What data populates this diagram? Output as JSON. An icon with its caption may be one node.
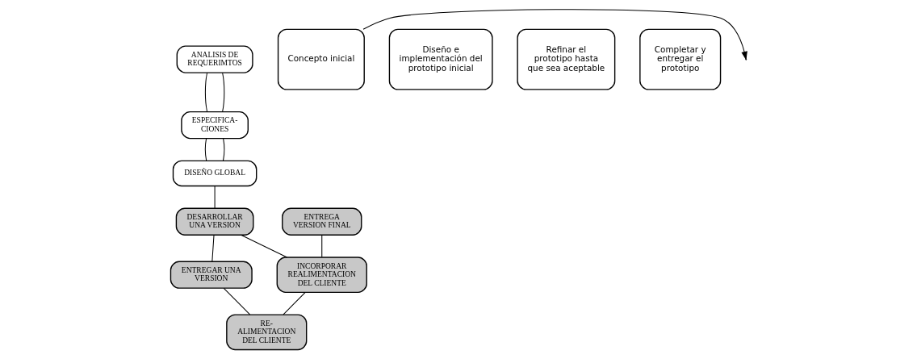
{
  "diagram": {
    "nodes": [
      {
        "text": [
          "ANALISIS DE REQUERIMTOS"
        ]
      },
      {
        "text": [
          "ESPECIFICA- CIONES"
        ]
      },
      {
        "text": [
          "DISEÑO GLOBAL"
        ]
      },
      {
        "text": [
          "ENTREGA VERSION FINAL"
        ]
      },
      {
        "text": [
          "DESARROLLAR UNA VERSION"
        ]
      },
      {
        "text": [
          "INCORPORAR REALIMENTACION DEL CLIENTE"
        ]
      },
      {
        "text": [
          "ENTREGAR UNA VERSION"
        ]
      },
      {
        "text": [
          "RE-ALIMENTACION DEL CLIENTE"
        ]
      },
      {
        "text": [
          "Concepto inicial"
        ]
      },
      {
        "text": [
          "Diseño e implementación del prototipo inicial"
        ]
      },
      {
        "text": [
          "Refinar el prototipo hasta que sea aceptable"
        ]
      },
      {
        "text": [
          "Completar y entregar el prototipo"
        ]
      }
    ],
    "edges": [
      {
        "from": 0,
        "to": 1,
        "arrow": "none"
      },
      {
        "from": 0,
        "to": 1,
        "arrow": "none"
      },
      {
        "from": 1,
        "to": 2,
        "arrow": "none"
      },
      {
        "from": 1,
        "to": 2,
        "arrow": "none"
      },
      {
        "from": 2,
        "to": 4,
        "arrow": "none"
      },
      {
        "from": 4,
        "to": 6,
        "arrow": "none"
      },
      {
        "from": 6,
        "to": 7,
        "arrow": "none"
      },
      {
        "from": 7,
        "to": 5,
        "arrow": "none"
      },
      {
        "from": 5,
        "to": 4,
        "arrow": "none"
      },
      {
        "from": 3,
        "to": 5,
        "arrow": "none"
      },
      {
        "from": 8,
        "to": null,
        "arrow": "to"
      }
    ]
  }
}
